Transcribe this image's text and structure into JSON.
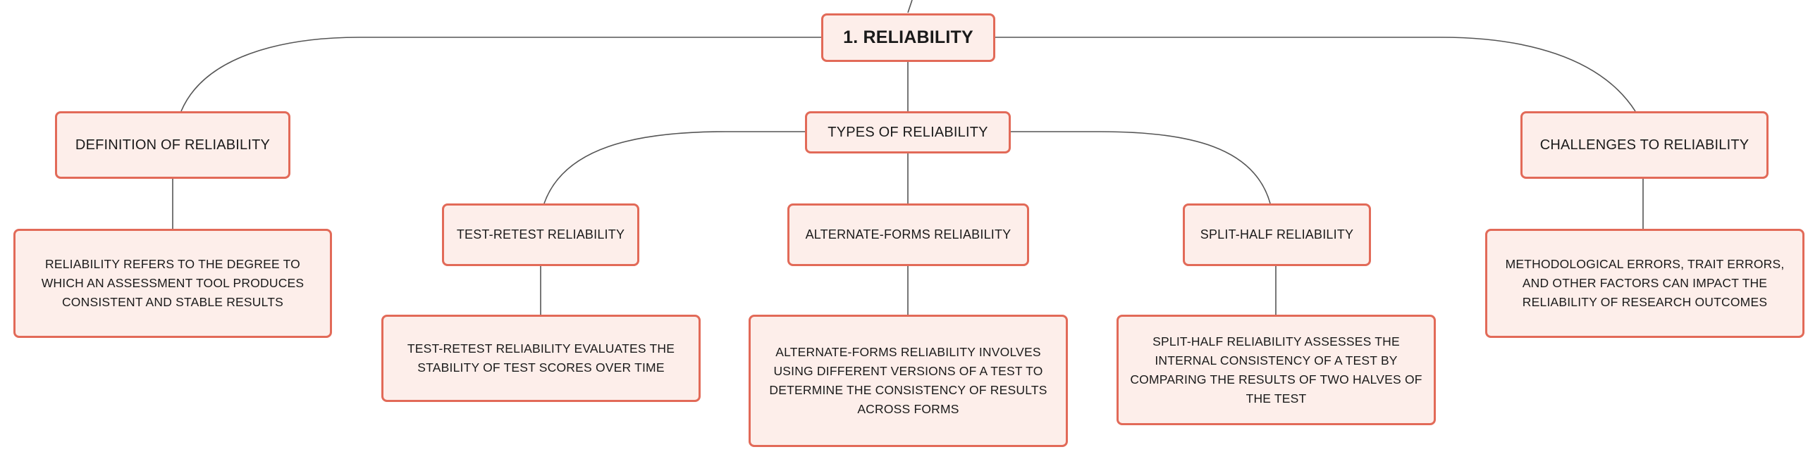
{
  "diagram": {
    "root": "1. RELIABILITY",
    "branches": {
      "definition": {
        "label": "DEFINITION OF RELIABILITY",
        "detail": "RELIABILITY REFERS TO THE DEGREE TO WHICH AN ASSESSMENT TOOL PRODUCES CONSISTENT AND STABLE RESULTS"
      },
      "types": {
        "label": "TYPES OF RELIABILITY",
        "children": {
          "test_retest": {
            "label": "TEST-RETEST RELIABILITY",
            "detail": "TEST-RETEST RELIABILITY EVALUATES THE STABILITY OF TEST SCORES OVER TIME"
          },
          "alternate_forms": {
            "label": "ALTERNATE-FORMS RELIABILITY",
            "detail": "ALTERNATE-FORMS RELIABILITY INVOLVES USING DIFFERENT VERSIONS OF A TEST TO DETERMINE THE CONSISTENCY OF RESULTS ACROSS FORMS"
          },
          "split_half": {
            "label": "SPLIT-HALF RELIABILITY",
            "detail": "SPLIT-HALF RELIABILITY ASSESSES THE INTERNAL CONSISTENCY OF A TEST BY COMPARING THE RESULTS OF TWO HALVES OF THE TEST"
          }
        }
      },
      "challenges": {
        "label": "CHALLENGES TO RELIABILITY",
        "detail": "METHODOLOGICAL ERRORS, TRAIT ERRORS, AND OTHER FACTORS CAN IMPACT THE RELIABILITY OF RESEARCH OUTCOMES"
      }
    }
  },
  "colors": {
    "node_fill": "#fdeeea",
    "node_border": "#e26a58",
    "connector": "#555555",
    "text": "#1a1a1a"
  }
}
